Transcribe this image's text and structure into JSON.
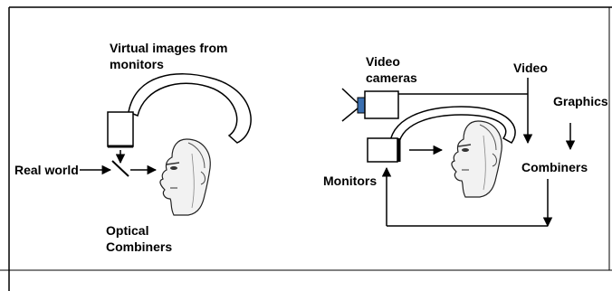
{
  "optical_see_through": {
    "virtual_images_label_line1": "Virtual images from",
    "virtual_images_label_line2": "monitors",
    "real_world_label": "Real world",
    "optical_combiners_line1": "Optical",
    "optical_combiners_line2": "Combiners"
  },
  "video_see_through": {
    "video_cameras_line1": "Video",
    "video_cameras_line2": "cameras",
    "video_label": "Video",
    "graphics_label": "Graphics",
    "combiners_label": "Combiners",
    "monitors_label": "Monitors"
  },
  "colors": {
    "line": "#000000",
    "camera_lens": "#3a6fb0"
  }
}
